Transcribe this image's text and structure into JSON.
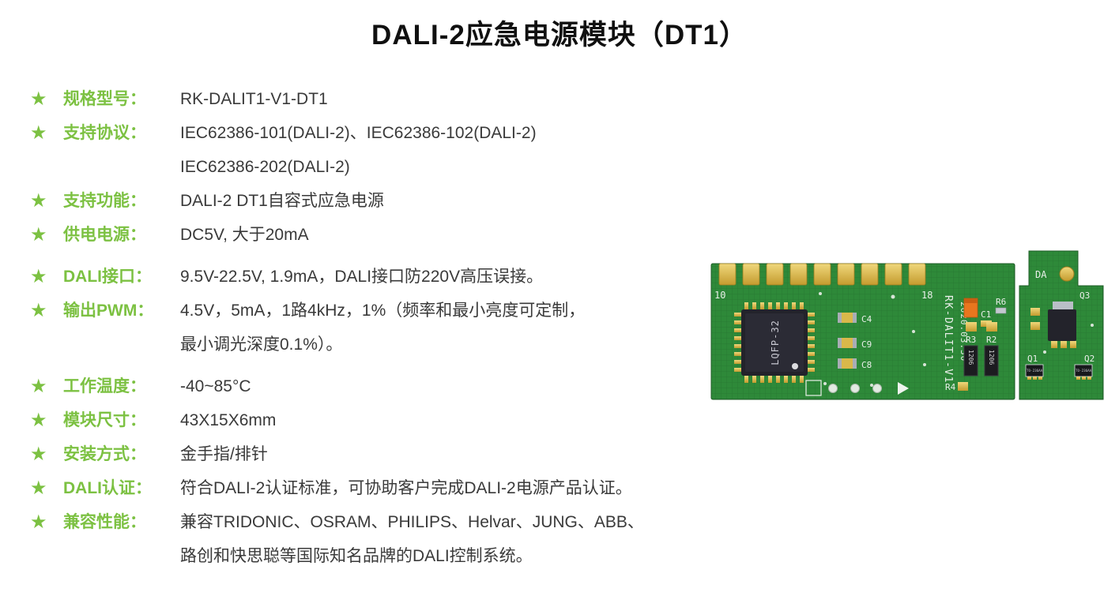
{
  "page": {
    "title": "DALI-2应急电源模块（DT1）"
  },
  "specs": [
    {
      "label": "规格型号：",
      "lines": [
        "RK-DALIT1-V1-DT1"
      ]
    },
    {
      "label": "支持协议：",
      "lines": [
        "IEC62386-101(DALI-2)、IEC62386-102(DALI-2)",
        "IEC62386-202(DALI-2)"
      ]
    },
    {
      "label": "支持功能：",
      "lines": [
        "DALI-2 DT1自容式应急电源"
      ]
    },
    {
      "label": "供电电源：",
      "lines": [
        "DC5V, 大于20mA"
      ]
    },
    {
      "label": "DALI接口：",
      "lines": [
        "9.5V-22.5V, 1.9mA，DALI接口防220V高压误接。"
      ]
    },
    {
      "label": "输出PWM：",
      "lines": [
        "4.5V，5mA，1路4kHz，1%（频率和最小亮度可定制，",
        "最小调光深度0.1%）。"
      ]
    },
    {
      "label": "工作温度：",
      "lines": [
        "-40~85°C"
      ]
    },
    {
      "label": "模块尺寸：",
      "lines": [
        "43X15X6mm"
      ]
    },
    {
      "label": "安装方式：",
      "lines": [
        "金手指/排针"
      ]
    },
    {
      "label": "DALI认证：",
      "lines": [
        "符合DALI-2认证标准，可协助客户完成DALI-2电源产品认证。"
      ]
    },
    {
      "label": "兼容性能：",
      "lines": [
        "兼容TRIDONIC、OSRAM、PHILIPS、Helvar、JUNG、ABB、",
        "路创和快思聪等国际知名品牌的DALI控制系统。"
      ]
    }
  ],
  "pcb": {
    "pin_start": "10",
    "pin_end": "18",
    "chip_label": "LQFP-32",
    "model_text": "RK-DALIT1-V1",
    "date_text": "2020.03.30",
    "labels": {
      "c4": "C4",
      "c9": "C9",
      "c8": "C8",
      "c1": "C1",
      "r6": "R6",
      "r3": "R3",
      "r2": "R2",
      "r4": "R4",
      "q1": "Q1",
      "q2": "Q2",
      "q3": "Q3",
      "da": "DA",
      "smd1206": "1206",
      "to236": "TO-236AA"
    }
  },
  "icons": {
    "star": "★"
  },
  "colors": {
    "accent_green": "#7cc142",
    "text_dark": "#3a3a3a",
    "pcb_green": "#2e8939",
    "pcb_gold": "#d9b84a"
  }
}
